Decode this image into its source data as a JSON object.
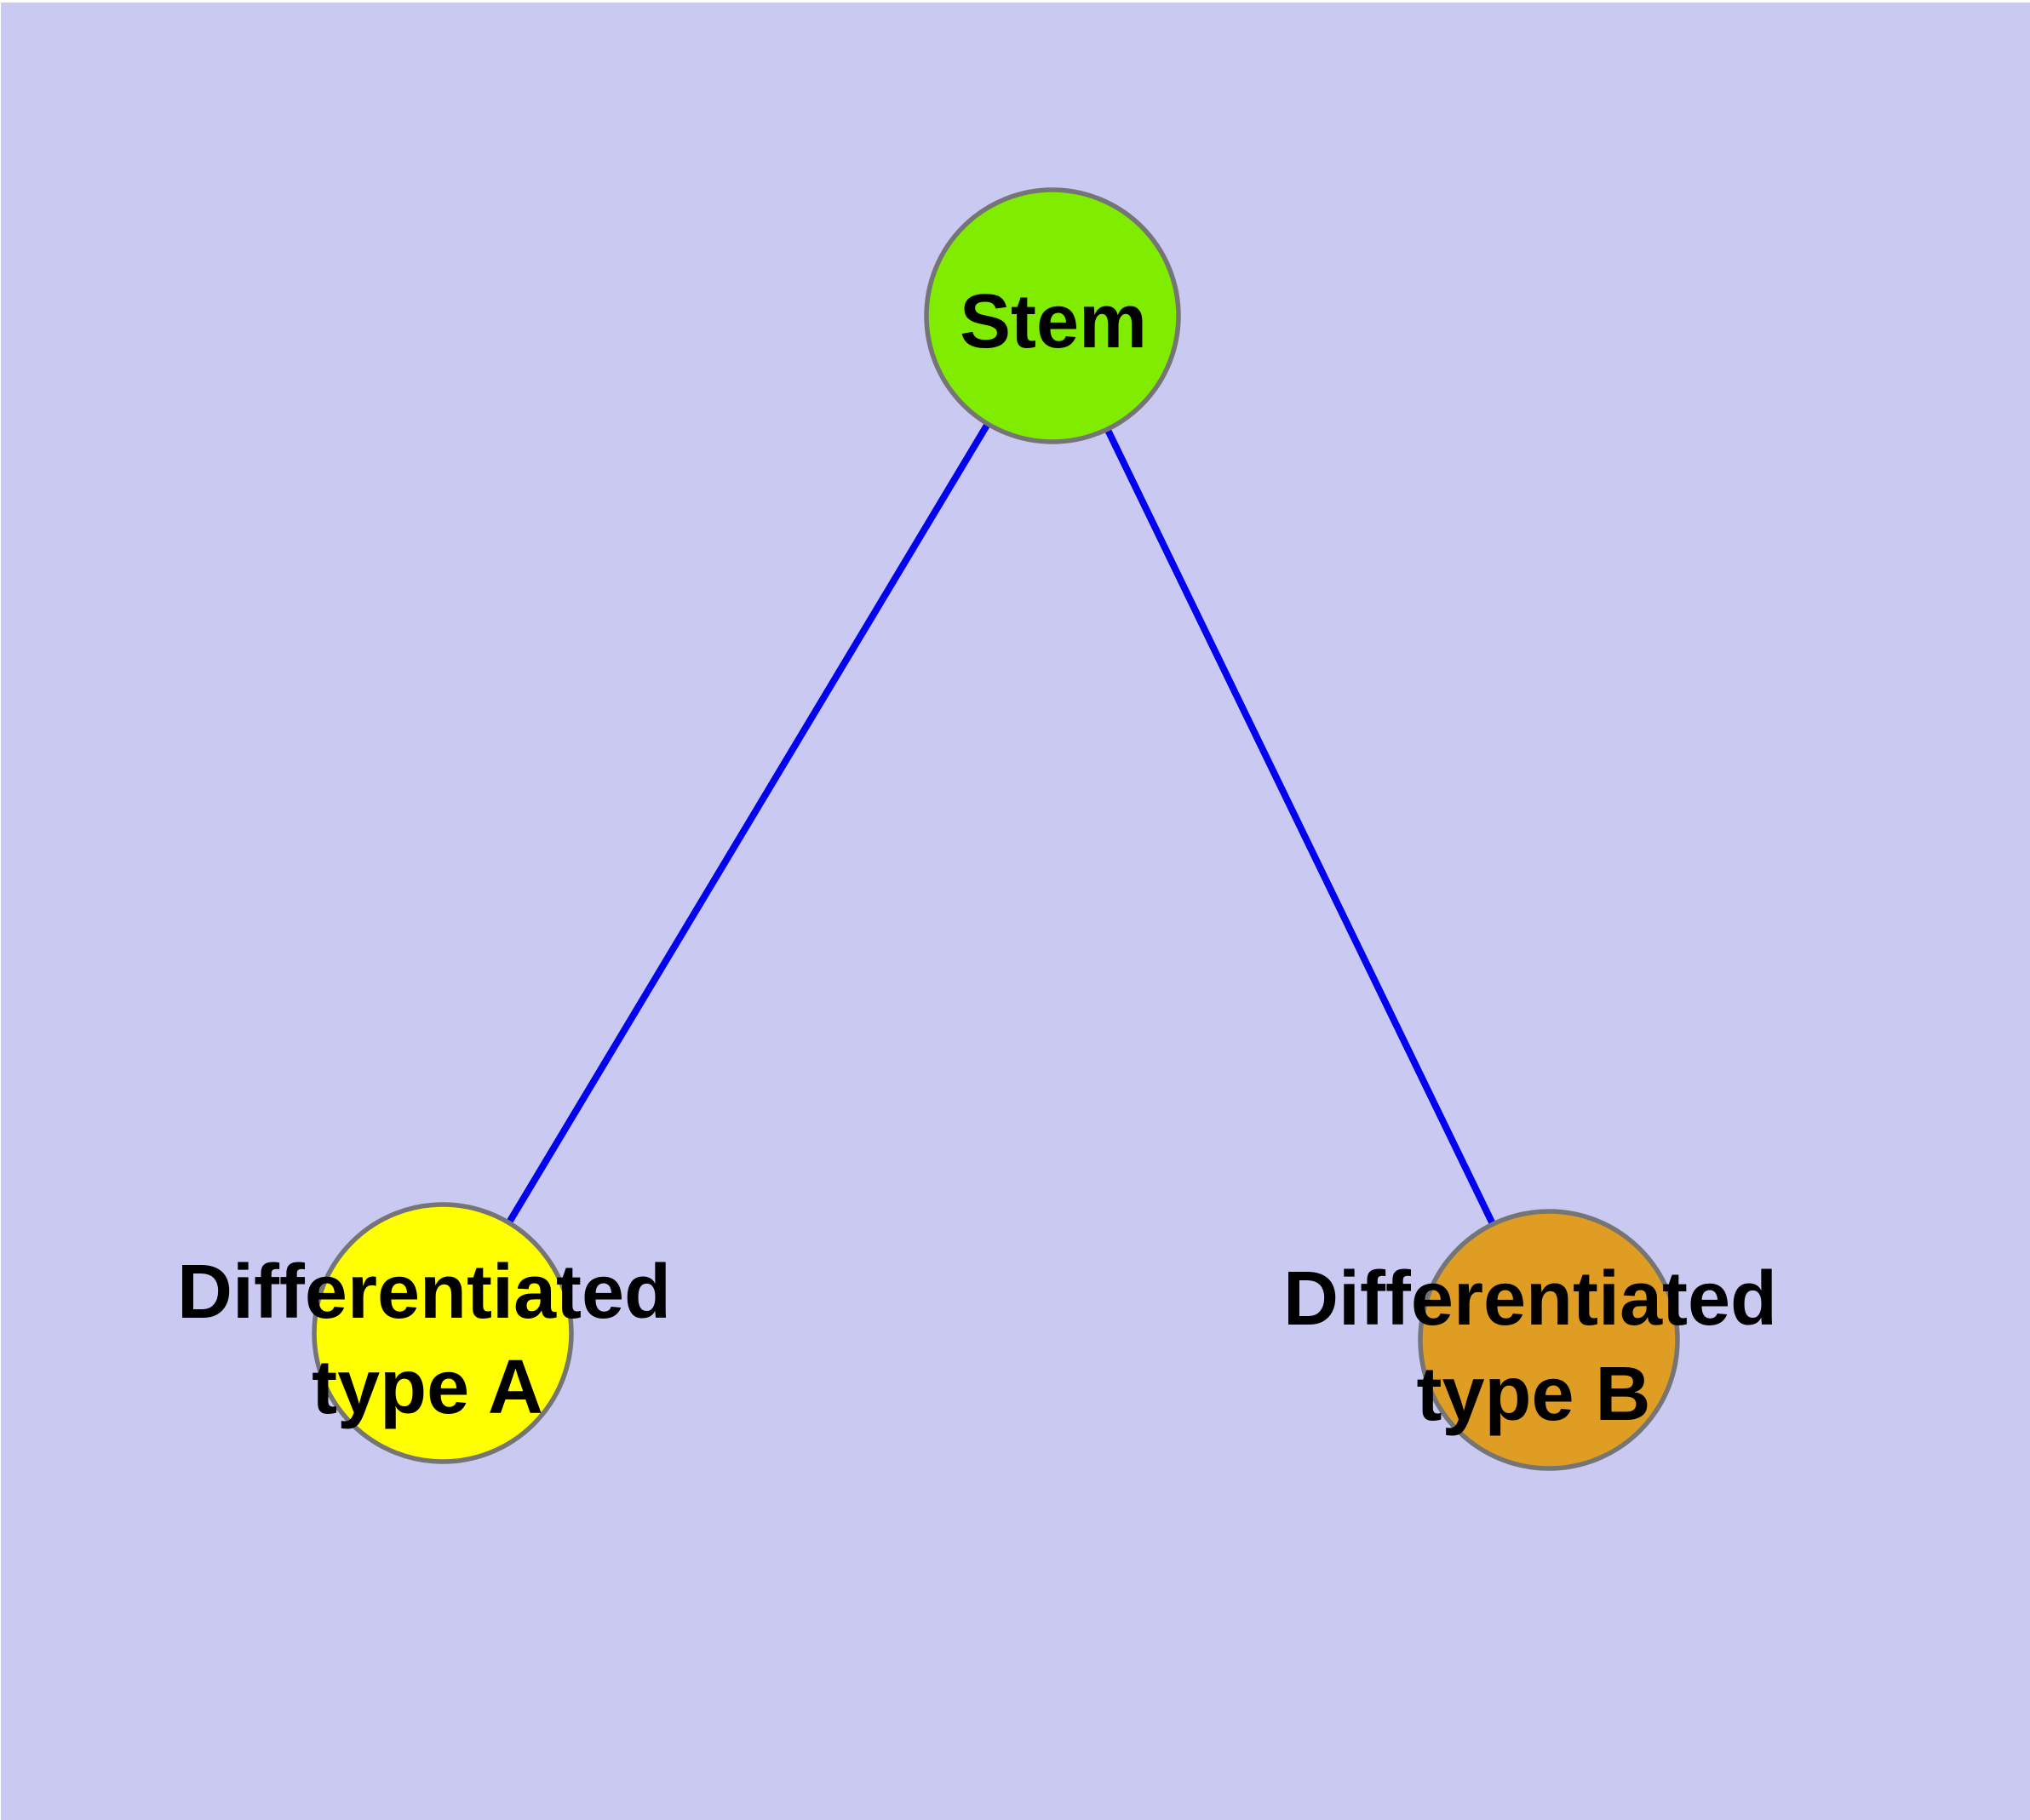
{
  "diagram": {
    "type": "node-link-tree",
    "background_color": "#c9c9f2",
    "canvas_border_color": "#ffffff",
    "edge_color": "#0202ee",
    "node_border_color": "#757575",
    "label_color": "#000000",
    "nodes": {
      "stem": {
        "label": "Stem",
        "fill": "#80EC00"
      },
      "diff_a": {
        "label_line1": "Differentiated",
        "label_line2": "type A",
        "label_full": "Differentiated type A",
        "fill": "#FFFF00"
      },
      "diff_b": {
        "label_line1": "Differentiated",
        "label_line2": "type B",
        "label_full": "Differentiated type B",
        "fill": "#E09D23"
      }
    },
    "edges": [
      {
        "from": "Stem",
        "to": "Differentiated type A"
      },
      {
        "from": "Stem",
        "to": "Differentiated type B"
      }
    ]
  }
}
